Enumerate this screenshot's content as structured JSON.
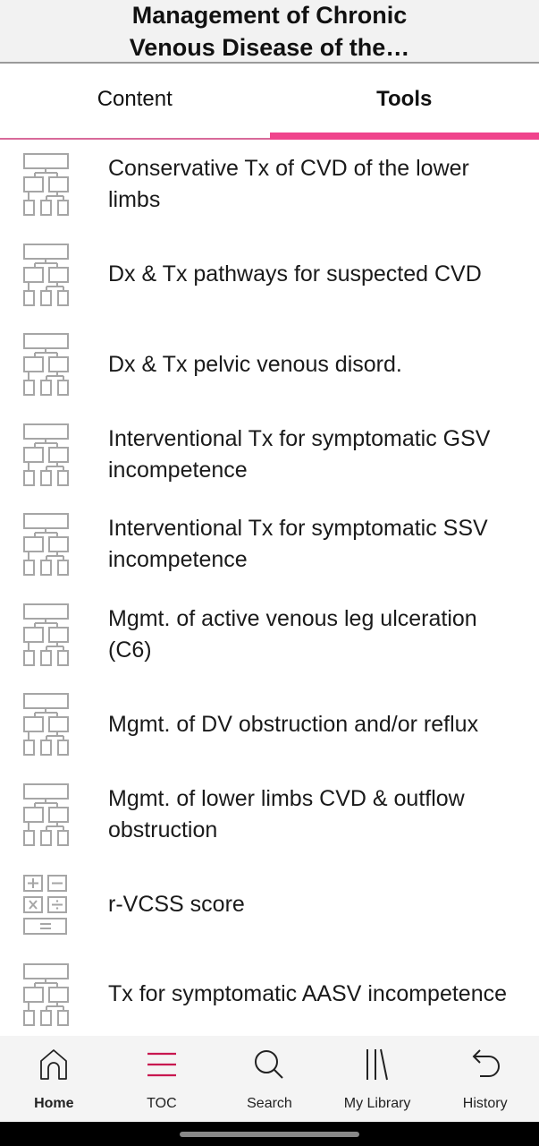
{
  "header": {
    "title": "Management of Chronic Venous Disease of the…"
  },
  "tabs": [
    {
      "label": "Content",
      "active": false
    },
    {
      "label": "Tools",
      "active": true
    }
  ],
  "accent_color": "#f0448c",
  "list": {
    "items": [
      {
        "label": "Conservative Tx of CVD of the lower limbs",
        "icon": "flowchart-icon"
      },
      {
        "label": "Dx & Tx pathways for suspected CVD",
        "icon": "flowchart-icon"
      },
      {
        "label": "Dx & Tx pelvic venous disord.",
        "icon": "flowchart-icon"
      },
      {
        "label": "Interventional Tx for symptomatic GSV incompetence",
        "icon": "flowchart-icon"
      },
      {
        "label": "Interventional Tx for symptomatic SSV incompetence",
        "icon": "flowchart-icon"
      },
      {
        "label": "Mgmt. of active venous leg ulceration (C6)",
        "icon": "flowchart-icon"
      },
      {
        "label": "Mgmt. of DV obstruction and/or reflux",
        "icon": "flowchart-icon"
      },
      {
        "label": "Mgmt. of lower limbs CVD & outflow obstruction",
        "icon": "flowchart-icon"
      },
      {
        "label": "r-VCSS score",
        "icon": "calculator-icon"
      },
      {
        "label": "Tx for symptomatic AASV incompetence",
        "icon": "flowchart-icon"
      }
    ]
  },
  "bottom_nav": [
    {
      "label": "Home",
      "icon": "home-icon"
    },
    {
      "label": "TOC",
      "icon": "toc-icon"
    },
    {
      "label": "Search",
      "icon": "search-icon"
    },
    {
      "label": "My Library",
      "icon": "library-icon"
    },
    {
      "label": "History",
      "icon": "history-icon"
    }
  ]
}
